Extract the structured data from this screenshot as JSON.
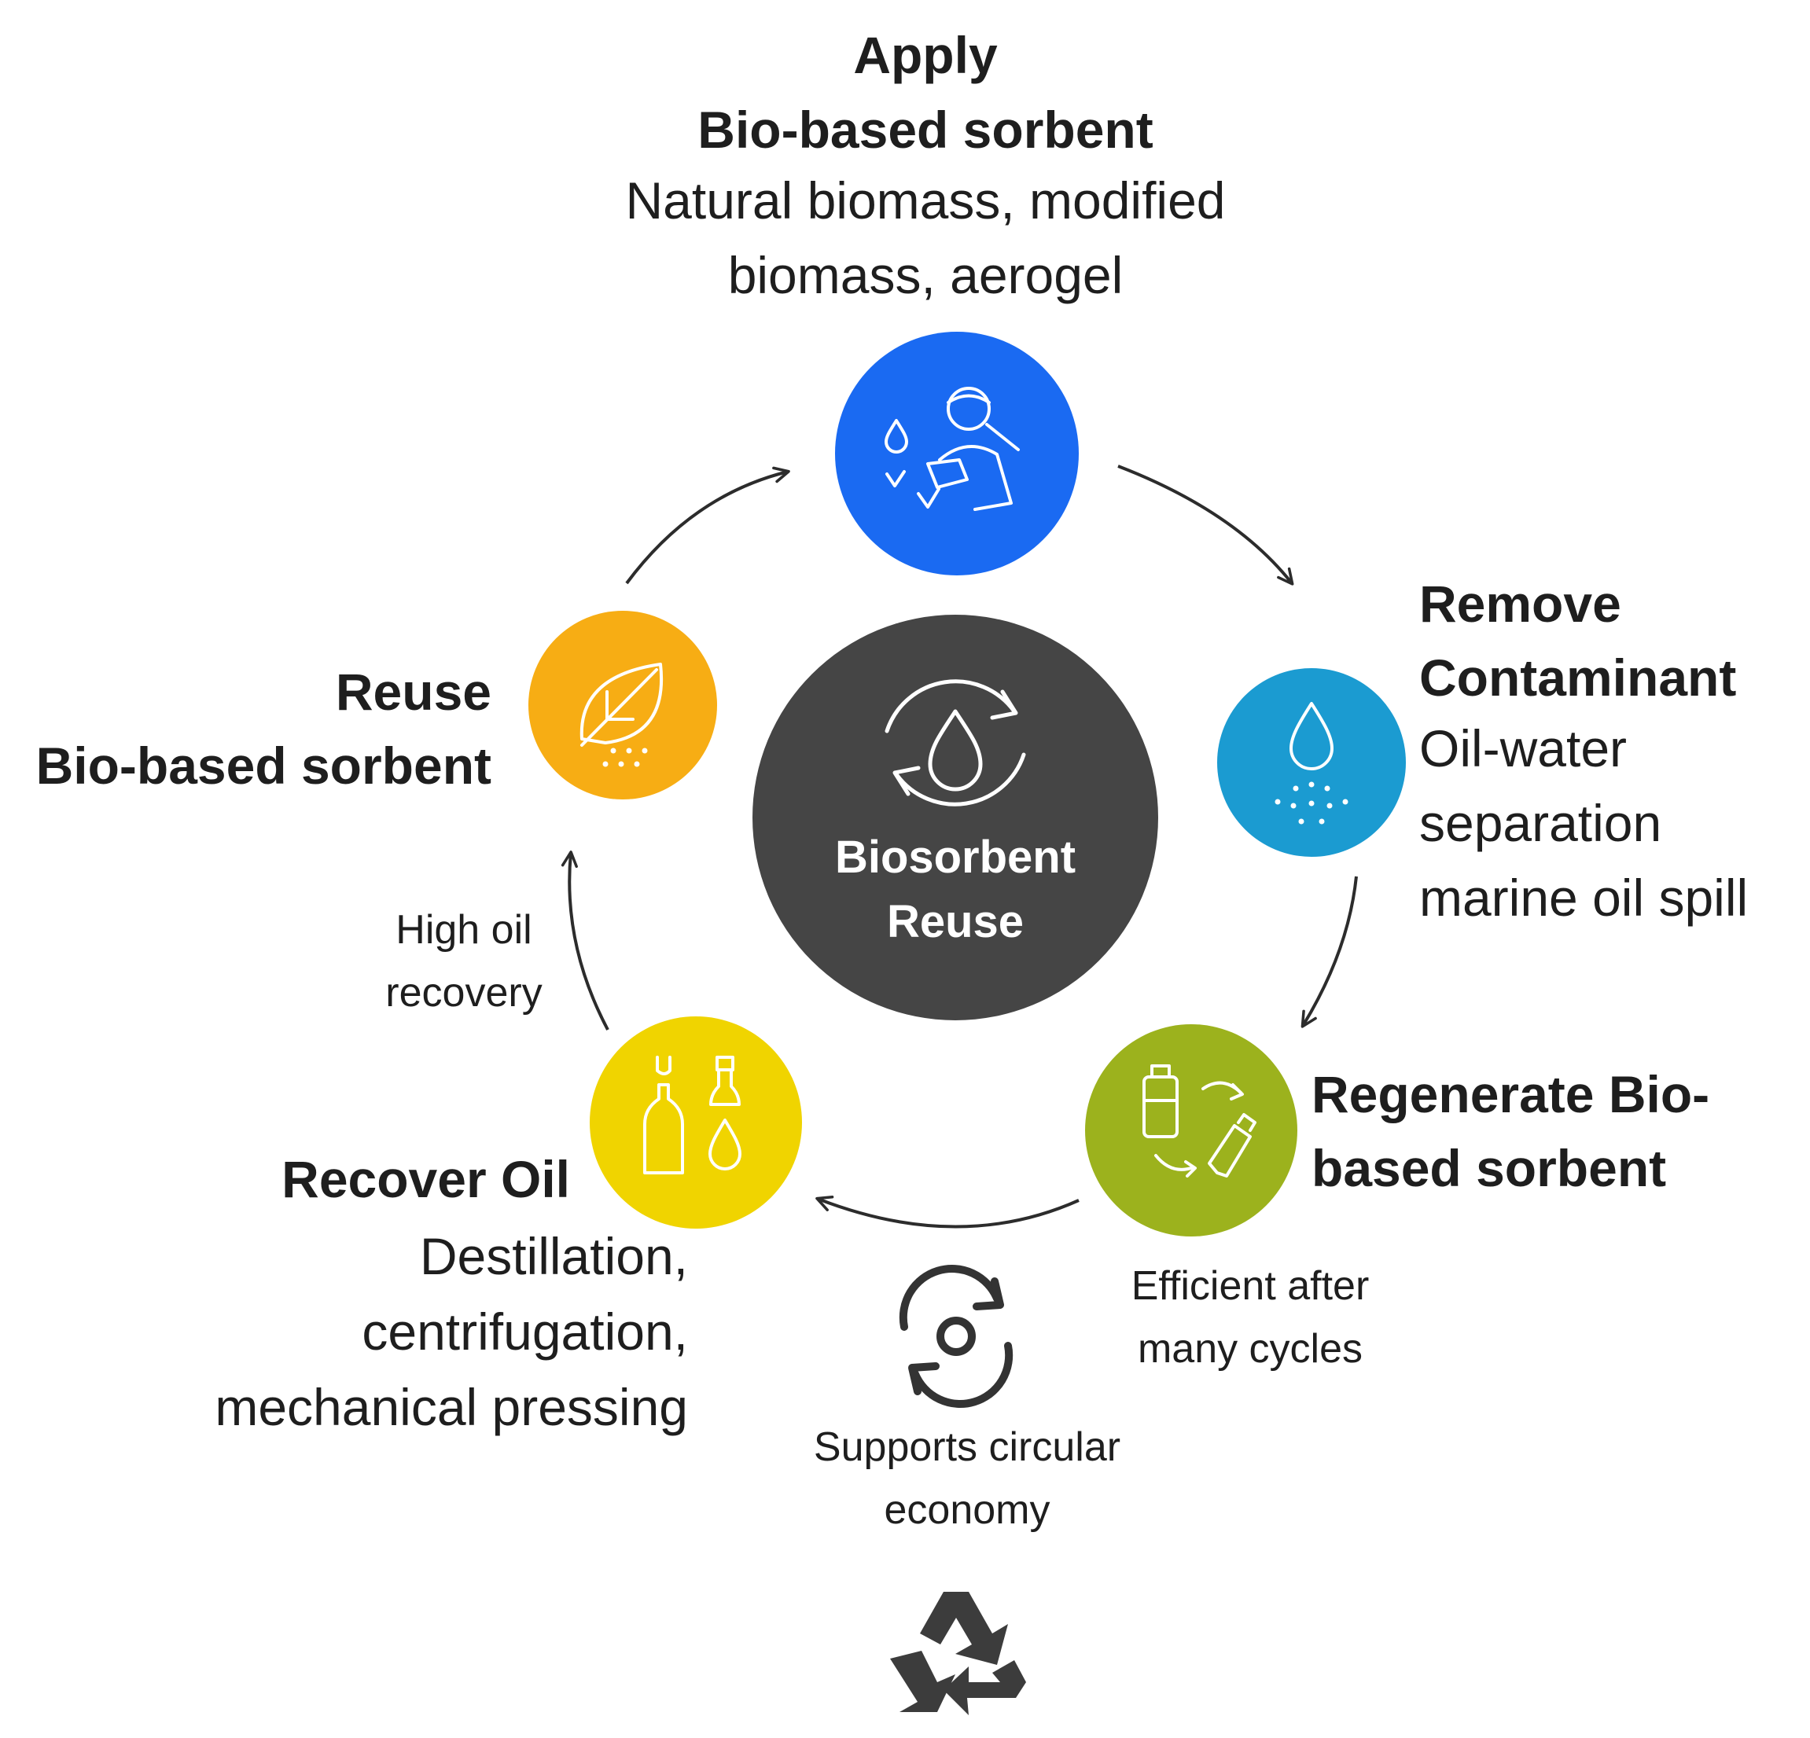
{
  "hub": {
    "line1": "Biosorbent",
    "line2": "Reuse"
  },
  "colors": {
    "apply": "#1a6af2",
    "remove": "#1b9bd1",
    "regenerate": "#9cb21d",
    "recover": "#f0d400",
    "reuse": "#f7ad14",
    "hub": "#454545",
    "arrow": "#2c2c2c",
    "text": "#1e1e1e"
  },
  "steps": {
    "apply": {
      "title": "Apply",
      "subtitle": "Bio-based sorbent",
      "desc": [
        "Natural biomass, modified",
        "biomass, aerogel"
      ],
      "icon": "person-with-water-drops-icon"
    },
    "remove": {
      "title": [
        "Remove",
        "Contaminant"
      ],
      "desc": [
        "Oil-water",
        "separation",
        "marine oil spill"
      ],
      "icon": "water-drop-icon"
    },
    "regenerate": {
      "title": [
        "Regenerate Bio-",
        "based sorbent"
      ],
      "icon": "bottles-exchange-icon"
    },
    "recover": {
      "title": "Recover Oil",
      "desc": [
        "Destillation,",
        "centrifugation,",
        "mechanical pressing"
      ],
      "icon": "oil-bottles-icon"
    },
    "reuse": {
      "title": "Reuse",
      "subtitle": "Bio-based sorbent",
      "icon": "leaf-icon"
    }
  },
  "notes": {
    "high_oil": [
      "High oil",
      "recovery"
    ],
    "efficient": [
      "Efficient after",
      "many cycles"
    ],
    "circular": [
      "Supports circular",
      "economy"
    ]
  },
  "icons": {
    "hub": "recycle-drop-icon",
    "cycle": "cycle-arrows-icon",
    "recycle": "recycle-symbol-icon"
  }
}
